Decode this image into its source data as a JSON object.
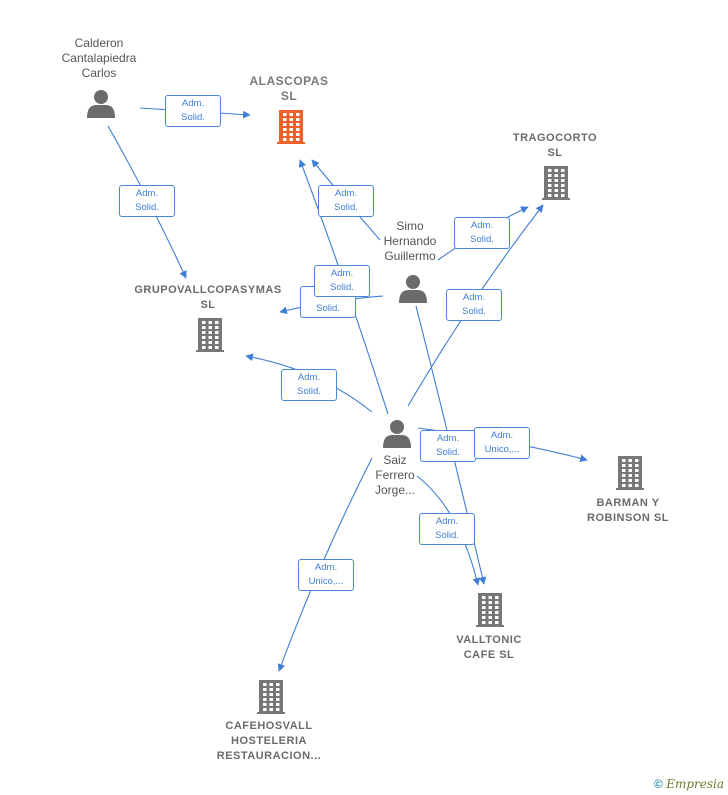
{
  "nodes": [
    {
      "id": "calderon",
      "type": "person",
      "label": "Calderon\nCantalapiedra\nCarlos"
    },
    {
      "id": "alascopas",
      "type": "company",
      "focus": true,
      "label": "ALASCOPAS\nSL"
    },
    {
      "id": "tragocorto",
      "type": "company",
      "label": "TRAGOCORTO\nSL"
    },
    {
      "id": "simo",
      "type": "person",
      "label": "Simo\nHernando\nGuillermo"
    },
    {
      "id": "grupovall",
      "type": "company",
      "label": "GRUPOVALLCOPASYMAS\nSL"
    },
    {
      "id": "saiz",
      "type": "person",
      "label": "Saiz\nFerrero\nJorge..."
    },
    {
      "id": "barman",
      "type": "company",
      "label": "BARMAN Y\nROBINSON  SL"
    },
    {
      "id": "valltonic",
      "type": "company",
      "label": "VALLTONIC\nCAFE  SL"
    },
    {
      "id": "cafehosvall",
      "type": "company",
      "label": "CAFEHOSVALL\nHOSTELERIA\nRESTAURACION..."
    }
  ],
  "edges": [
    {
      "from": "calderon",
      "to": "alascopas",
      "label": "Adm.\nSolid."
    },
    {
      "from": "calderon",
      "to": "grupovall",
      "label": "Adm.\nSolid."
    },
    {
      "from": "simo",
      "to": "alascopas",
      "label": "Adm.\nSolid."
    },
    {
      "from": "simo",
      "to": "tragocorto",
      "label": "Adm.\nSolid."
    },
    {
      "from": "simo",
      "to": "grupovall",
      "label": "Adm.\nSolid."
    },
    {
      "from": "simo",
      "to": "valltonic",
      "label": "Adm.\nSolid."
    },
    {
      "from": "saiz",
      "to": "alascopas",
      "label": "Adm.\nSolid."
    },
    {
      "from": "saiz",
      "to": "grupovall",
      "label": "Adm.\nSolid."
    },
    {
      "from": "saiz",
      "to": "tragocorto",
      "label": "Adm.\nSolid."
    },
    {
      "from": "saiz",
      "to": "barman",
      "label": "Adm.\nUnico,..."
    },
    {
      "from": "saiz",
      "to": "valltonic",
      "label": "Adm.\nSolid."
    },
    {
      "from": "saiz",
      "to": "cafehosvall",
      "label": "Adm.\nUnico,..."
    }
  ],
  "colors": {
    "edge": "#3f7ed6",
    "company_icon": "#777777",
    "focus_icon": "#f0602a",
    "person_icon": "#6b6b6b"
  },
  "footer": {
    "copyright": "©",
    "brand": "Empresia"
  }
}
